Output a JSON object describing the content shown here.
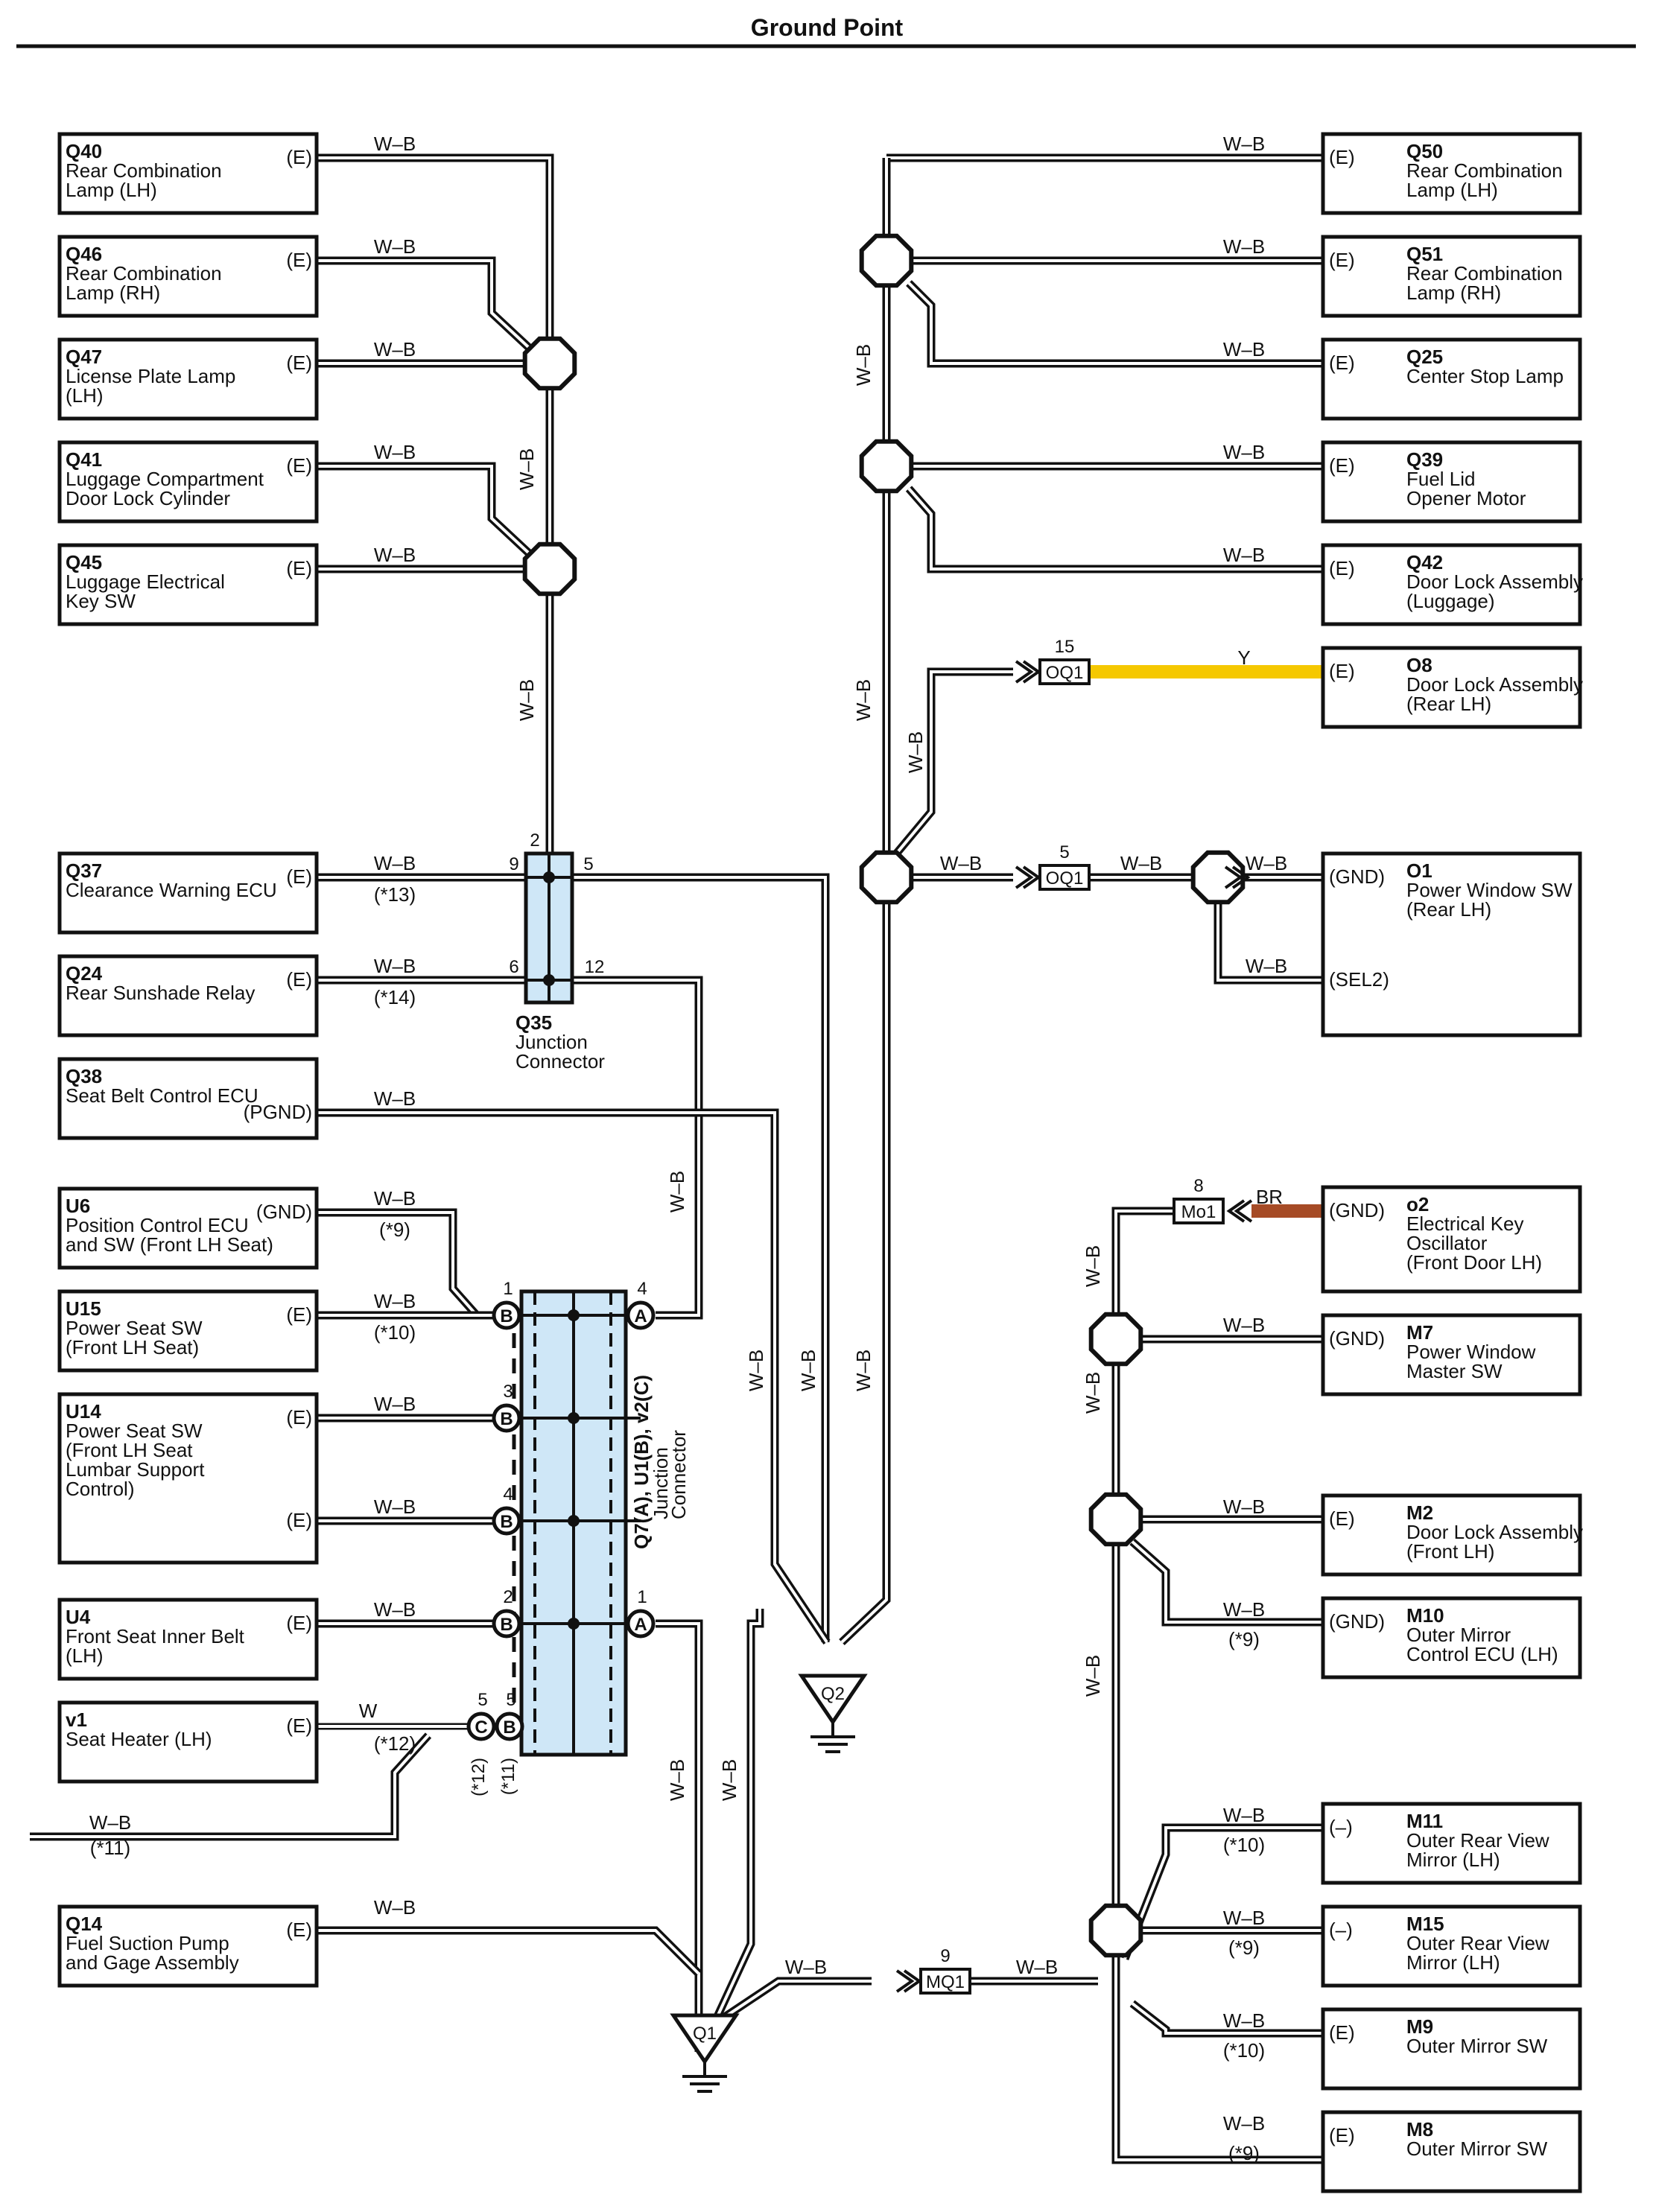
{
  "title": "Ground Point",
  "colors": {
    "ground_wire": "#111111",
    "yellow_wire": "#f5c800",
    "brown_wire": "#a64b26",
    "junction_fill": "#cfe7f7"
  },
  "wire_labels": {
    "wb": "W–B",
    "y": "Y",
    "br": "BR",
    "w": "W"
  },
  "left_components": [
    {
      "code": "Q40",
      "name": [
        "Rear Combination",
        "Lamp (LH)"
      ],
      "pin": "(E)"
    },
    {
      "code": "Q46",
      "name": [
        "Rear Combination",
        "Lamp (RH)"
      ],
      "pin": "(E)"
    },
    {
      "code": "Q47",
      "name": [
        "License Plate Lamp",
        "(LH)"
      ],
      "pin": "(E)"
    },
    {
      "code": "Q41",
      "name": [
        "Luggage Compartment",
        "Door Lock Cylinder"
      ],
      "pin": "(E)"
    },
    {
      "code": "Q45",
      "name": [
        "Luggage Electrical",
        "Key SW"
      ],
      "pin": "(E)"
    },
    {
      "code": "Q37",
      "name": [
        "Clearance Warning ECU"
      ],
      "pin": "(E)",
      "note": "(*13)"
    },
    {
      "code": "Q24",
      "name": [
        "Rear Sunshade Relay"
      ],
      "pin": "(E)",
      "note": "(*14)"
    },
    {
      "code": "Q38",
      "name": [
        "Seat Belt Control ECU"
      ],
      "pin": "(PGND)"
    },
    {
      "code": "U6",
      "name": [
        "Position Control ECU",
        "and SW (Front LH Seat)"
      ],
      "pin": "(GND)",
      "note": "(*9)"
    },
    {
      "code": "U15",
      "name": [
        "Power Seat SW",
        "(Front LH Seat)"
      ],
      "pin": "(E)",
      "note": "(*10)"
    },
    {
      "code": "U14",
      "name": [
        "Power Seat SW",
        "(Front LH Seat",
        " Lumbar Support",
        "  Control)"
      ],
      "pin": "(E)",
      "pin2": "(E)"
    },
    {
      "code": "U4",
      "name": [
        "Front Seat Inner Belt",
        "(LH)"
      ],
      "pin": "(E)"
    },
    {
      "code": "v1",
      "name": [
        "Seat Heater (LH)"
      ],
      "pin": "(E)",
      "note": "(*12)"
    },
    {
      "code": "Q14",
      "name": [
        "Fuel Suction Pump",
        "and Gage Assembly"
      ],
      "pin": "(E)"
    }
  ],
  "right_components": [
    {
      "code": "Q50",
      "name": [
        "Rear Combination",
        "Lamp (LH)"
      ],
      "pin": "(E)"
    },
    {
      "code": "Q51",
      "name": [
        "Rear Combination",
        "Lamp (RH)"
      ],
      "pin": "(E)"
    },
    {
      "code": "Q25",
      "name": [
        "Center Stop Lamp"
      ],
      "pin": "(E)"
    },
    {
      "code": "Q39",
      "name": [
        "Fuel Lid",
        "Opener Motor"
      ],
      "pin": "(E)"
    },
    {
      "code": "Q42",
      "name": [
        "Door Lock Assembly",
        "(Luggage)"
      ],
      "pin": "(E)"
    },
    {
      "code": "O8",
      "name": [
        "Door Lock Assembly",
        "(Rear LH)"
      ],
      "pin": "(E)"
    },
    {
      "code": "O1",
      "name": [
        "Power Window SW",
        "(Rear LH)"
      ],
      "pin": "(GND)",
      "pin2": "(SEL2)"
    },
    {
      "code": "o2",
      "name": [
        "Electrical Key",
        "Oscillator",
        "(Front Door LH)"
      ],
      "pin": "(GND)"
    },
    {
      "code": "M7",
      "name": [
        "Power Window",
        "Master SW"
      ],
      "pin": "(GND)"
    },
    {
      "code": "M2",
      "name": [
        "Door Lock Assembly",
        "(Front LH)"
      ],
      "pin": "(E)"
    },
    {
      "code": "M10",
      "name": [
        "Outer Mirror",
        "Control ECU (LH)"
      ],
      "pin": "(GND)",
      "note": "(*9)"
    },
    {
      "code": "M11",
      "name": [
        "Outer Rear View",
        "Mirror (LH)"
      ],
      "pin": "(–)",
      "note": "(*10)"
    },
    {
      "code": "M15",
      "name": [
        "Outer Rear View",
        "Mirror (LH)"
      ],
      "pin": "(–)",
      "note": "(*9)"
    },
    {
      "code": "M9",
      "name": [
        "Outer Mirror SW"
      ],
      "pin": "(E)",
      "note": "(*10)"
    },
    {
      "code": "M8",
      "name": [
        "Outer Mirror SW"
      ],
      "pin": "(E)",
      "note": "(*9)"
    }
  ],
  "q35": {
    "code": "Q35",
    "name": [
      "Junction",
      "Connector"
    ],
    "pins": {
      "top": "2",
      "left1": "9",
      "right1": "5",
      "left2": "6",
      "right2": "12"
    }
  },
  "q7": {
    "label": [
      "Q7(A), U1(B), v2(C)",
      "Junction",
      "Connector"
    ],
    "pins": {
      "b1": "1",
      "a4": "4",
      "b3": "3",
      "b4": "4",
      "b2": "2",
      "a1": "1",
      "c5": "5",
      "b5": "5"
    },
    "notes": [
      "(*12)",
      "(*11)"
    ],
    "letters": {
      "a": "A",
      "b": "B",
      "c": "C"
    }
  },
  "connectors": [
    {
      "code": "OQ1",
      "pin": "15"
    },
    {
      "code": "OQ1",
      "pin": "5"
    },
    {
      "code": "Mo1",
      "pin": "8"
    },
    {
      "code": "MQ1",
      "pin": "9"
    }
  ],
  "grounds": [
    "Q1",
    "Q2"
  ],
  "external_wire": {
    "label": "W–B",
    "note": "(*11)"
  }
}
